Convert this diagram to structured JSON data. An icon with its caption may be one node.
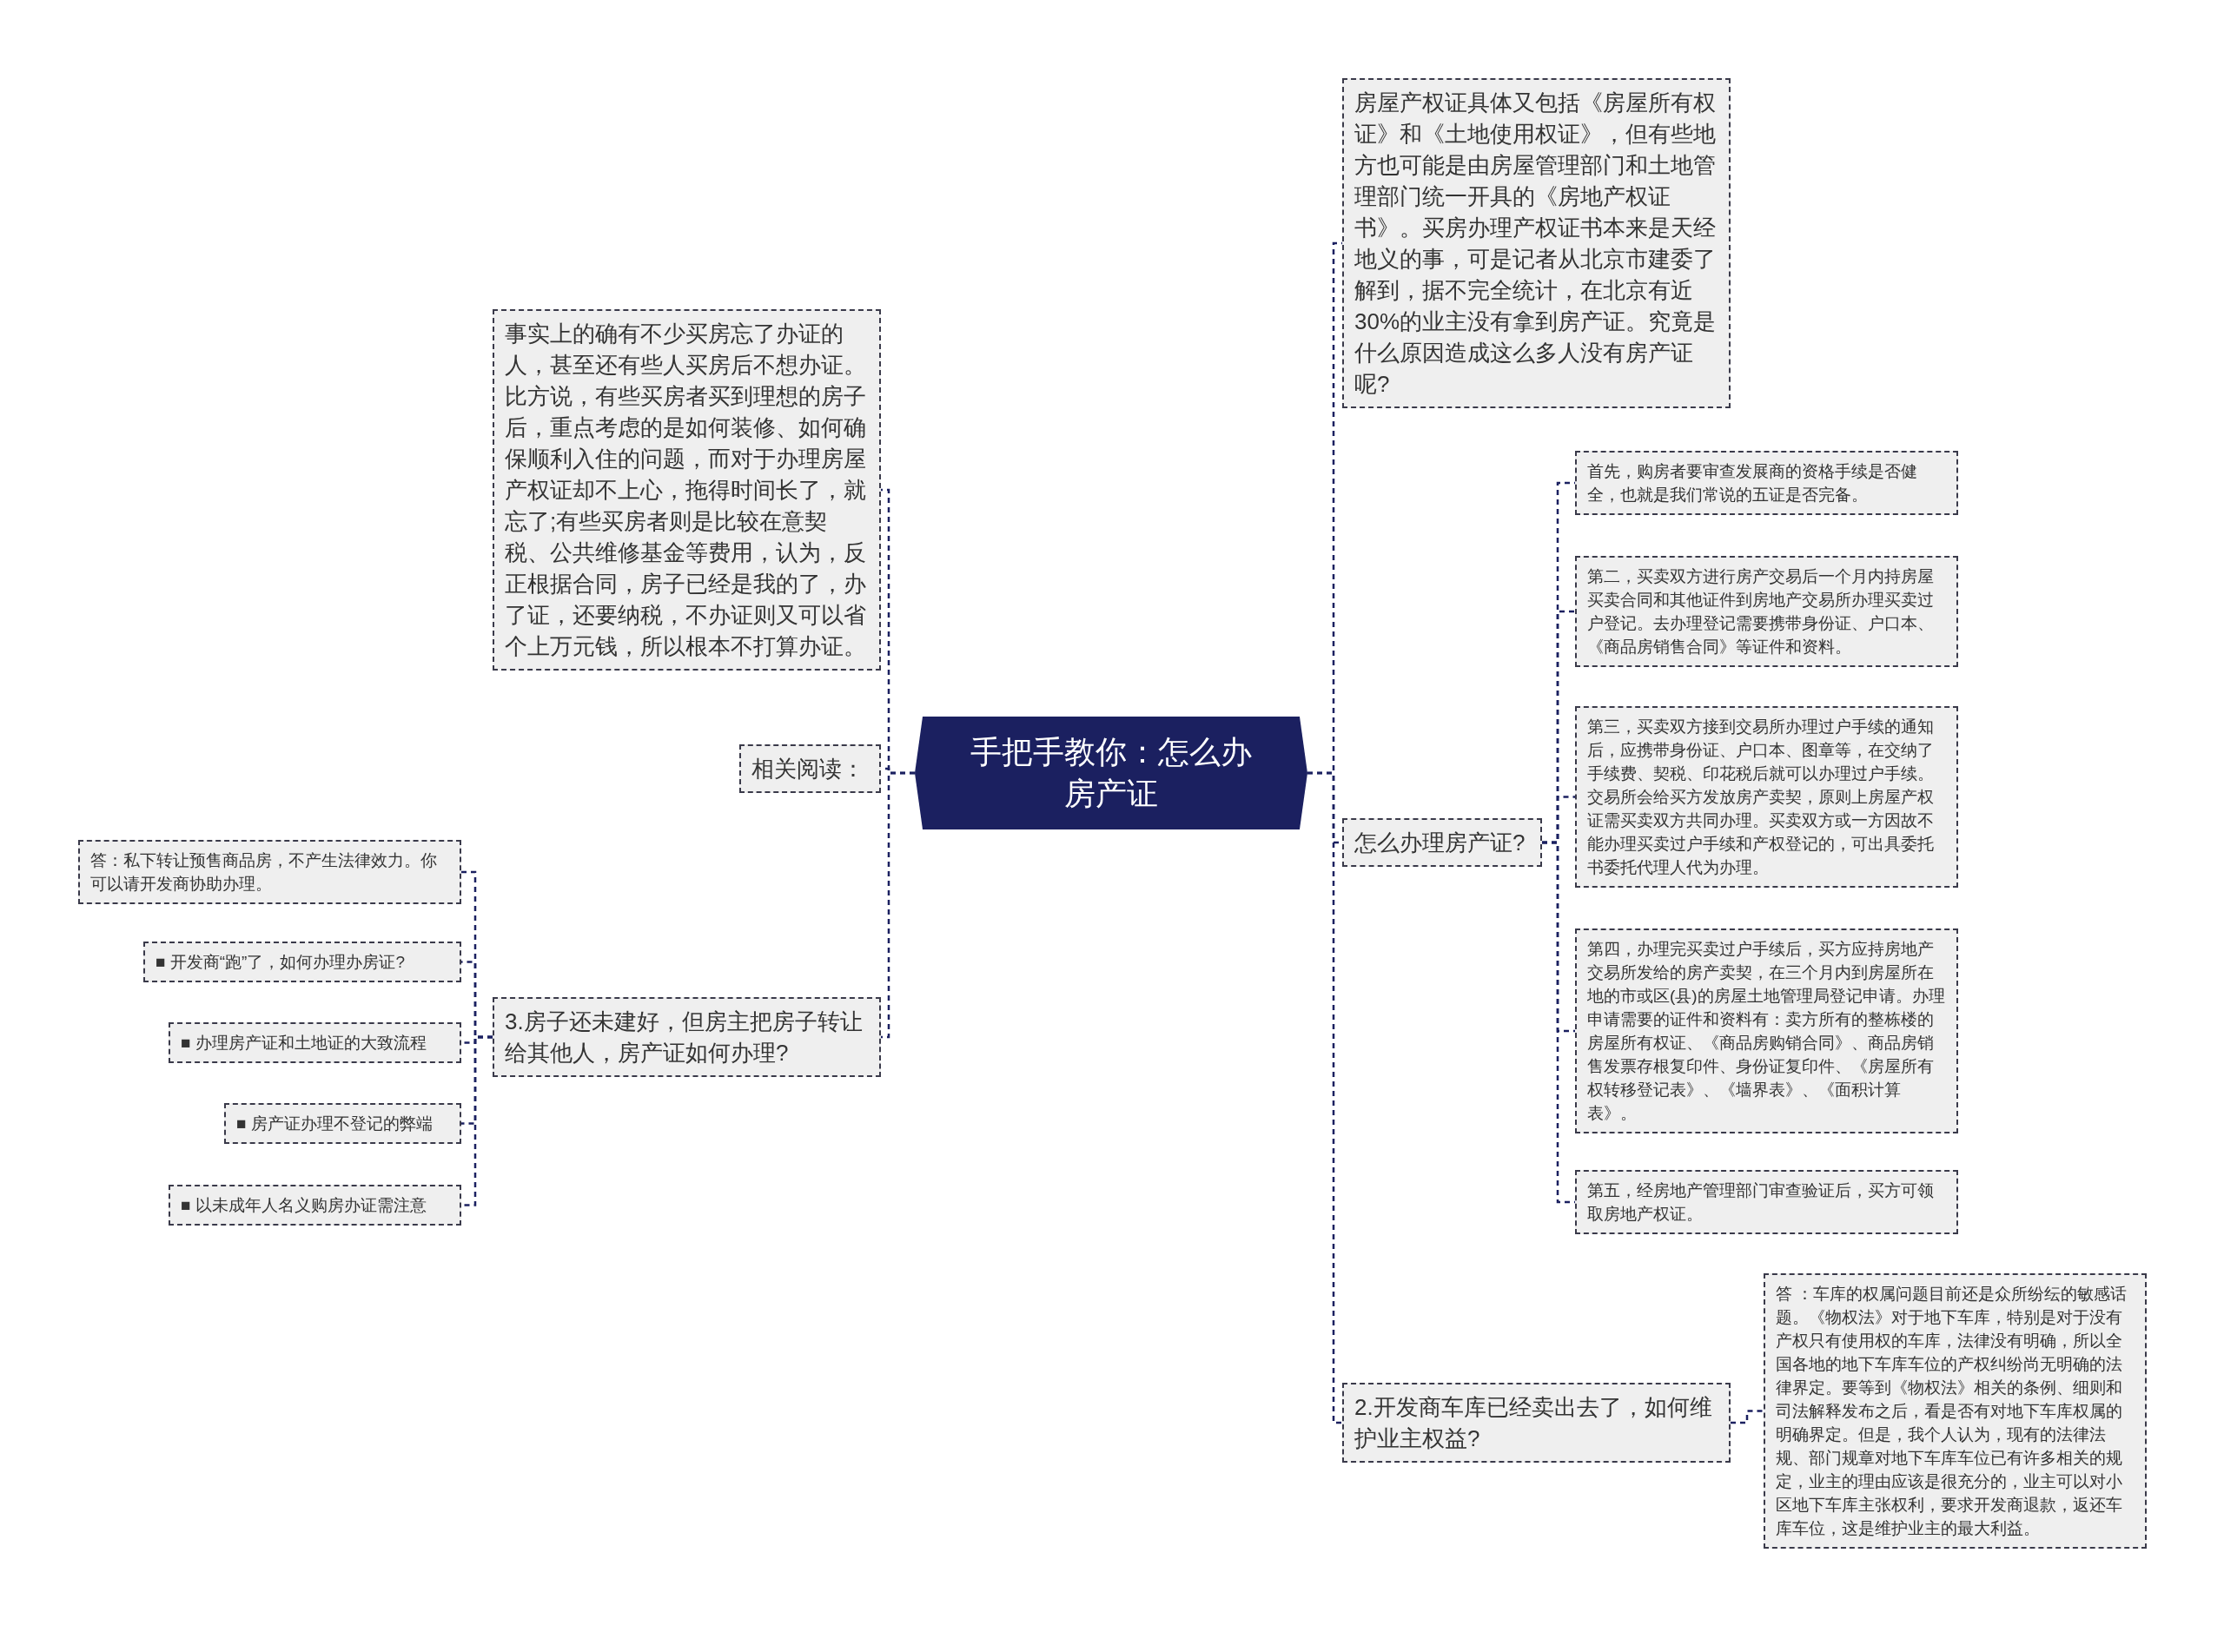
{
  "diagram": {
    "nodes": [
      {
        "text": [
          "手把手教你：怎么办房产证"
        ]
      },
      {
        "text": [
          "事实上的确有不少买房忘了办证的人，甚至还有些人买房后不想办证。比方说，有些买房者买到理想的房子后，重点考虑的是如何装修、如何确保顺利入住的问题，而对于办理房屋产权证却不上心，拖得时间长了，就忘了;有些买房者则是比较在意契税、公共维修基金等费用，认为，反正根据合同，房子已经是我的了，办了证，还要纳税，不办证则又可以省个上万元钱，所以根本不打算办证。"
        ]
      },
      {
        "text": [
          "相关阅读："
        ]
      },
      {
        "text": [
          "3.房子还未建好，但房主把房子转让给其他人，房产证如何办理?"
        ]
      },
      {
        "text": [
          "答：私下转让预售商品房，不产生法律效力。你可以请开发商协助办理。"
        ]
      },
      {
        "text": [
          "■ 开发商“跑”了，如何办理办房证?"
        ]
      },
      {
        "text": [
          "■ 办理房产证和土地证的大致流程"
        ]
      },
      {
        "text": [
          "■ 房产证办理不登记的弊端"
        ]
      },
      {
        "text": [
          "■ 以未成年人名义购房办证需注意"
        ]
      },
      {
        "text": [
          "房屋产权证具体又包括《房屋所有权证》和《土地使用权证》，但有些地方也可能是由房屋管理部门和土地管理部门统一开具的《房地产权证书》。买房办理产权证书本来是天经地义的事，可是记者从北京市建委了解到，据不完全统计，在北京有近30%的业主没有拿到房产证。究竟是什么原因造成这么多人没有房产证呢?"
        ]
      },
      {
        "text": [
          "怎么办理房产证?"
        ]
      },
      {
        "text": [
          "首先，购房者要审查发展商的资格手续是否健全，也就是我们常说的五证是否完备。"
        ]
      },
      {
        "text": [
          "第二，买卖双方进行房产交易后一个月内持房屋买卖合同和其他证件到房地产交易所办理买卖过户登记。去办理登记需要携带身份证、户口本、《商品房销售合同》等证件和资料。"
        ]
      },
      {
        "text": [
          "第三，买卖双方接到交易所办理过户手续的通知后，应携带身份证、户口本、图章等，在交纳了手续费、契税、印花税后就可以办理过户手续。交易所会给买方发放房产卖契，原则上房屋产权证需买卖双方共同办理。买卖双方或一方因故不能办理买卖过户手续和产权登记的，可出具委托书委托代理人代为办理。"
        ]
      },
      {
        "text": [
          "第四，办理完买卖过户手续后，买方应持房地产交易所发给的房产卖契，在三个月内到房屋所在地的市或区(县)的房屋土地管理局登记申请。办理申请需要的证件和资料有：卖方所有的整栋楼的房屋所有权证、《商品房购销合同》、商品房销售发票存根复印件、身份证复印件、《房屋所有权转移登记表》、《墙界表》、《面积计算表》。"
        ]
      },
      {
        "text": [
          "第五，经房地产管理部门审查验证后，买方可领取房地产权证。"
        ]
      },
      {
        "text": [
          "2.开发商车库已经卖出去了，如何维护业主权益?"
        ]
      },
      {
        "text": [
          "答 ：车库的权属问题目前还是众所纷纭的敏感话题。《物权法》对于地下车库，特别是对于没有产权只有使用权的车库，法律没有明确，所以全国各地的地下车库车位的产权纠纷尚无明确的法律界定。要等到《物权法》相关的条例、细则和司法解释发布之后，看是否有对地下车库权属的明确界定。但是，我个人认为，现有的法律法规、部门规章对地下车库车位已有许多相关的规定，业主的理由应该是很充分的，业主可以对小区地下车库主张权利，要求开发商退款，返还车库车位，这是维护业主的最大利益。"
        ]
      }
    ],
    "edges": [
      {
        "from": 0,
        "to": 1,
        "arrow": "none"
      },
      {
        "from": 0,
        "to": 2,
        "arrow": "none"
      },
      {
        "from": 0,
        "to": 3,
        "arrow": "none"
      },
      {
        "from": 3,
        "to": 4,
        "arrow": "none"
      },
      {
        "from": 3,
        "to": 5,
        "arrow": "none"
      },
      {
        "from": 3,
        "to": 6,
        "arrow": "none"
      },
      {
        "from": 3,
        "to": 7,
        "arrow": "none"
      },
      {
        "from": 3,
        "to": 8,
        "arrow": "none"
      },
      {
        "from": 0,
        "to": 9,
        "arrow": "none"
      },
      {
        "from": 0,
        "to": 10,
        "arrow": "none"
      },
      {
        "from": 0,
        "to": 16,
        "arrow": "none"
      },
      {
        "from": 10,
        "to": 11,
        "arrow": "none"
      },
      {
        "from": 10,
        "to": 12,
        "arrow": "none"
      },
      {
        "from": 10,
        "to": 13,
        "arrow": "none"
      },
      {
        "from": 10,
        "to": 14,
        "arrow": "none"
      },
      {
        "from": 10,
        "to": 15,
        "arrow": "none"
      },
      {
        "from": 16,
        "to": 17,
        "arrow": "none"
      }
    ]
  }
}
